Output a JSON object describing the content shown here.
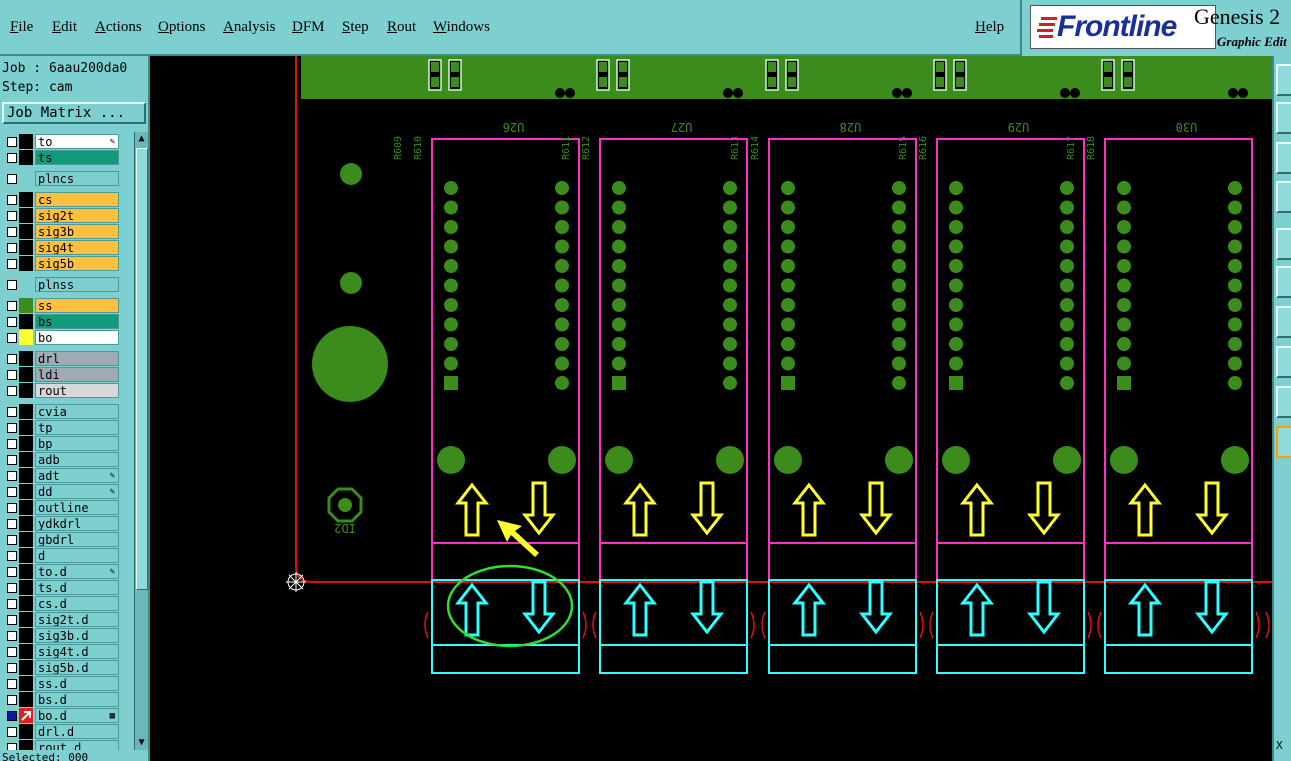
{
  "menu": [
    "File",
    "Edit",
    "Actions",
    "Options",
    "Analysis",
    "DFM",
    "Step",
    "Rout",
    "Windows"
  ],
  "help": "Help",
  "brand": {
    "logo": "Frontline",
    "title": "Genesis 2",
    "subtitle": "Graphic Edit"
  },
  "job": {
    "job_line": "Job : 6aau200da0",
    "step_line": "Step: cam",
    "matrix_button": "Job Matrix ..."
  },
  "layers": [
    {
      "name": "to",
      "bg": "#ffffff",
      "swatch": "#000000",
      "lock": true
    },
    {
      "name": "ts",
      "bg": "#129b7a",
      "swatch": "#000000"
    },
    {
      "name": "plncs",
      "bg": "#7ecfd0",
      "swatch": "#7ecfd0"
    },
    {
      "name": "cs",
      "bg": "#ffbf40",
      "swatch": "#000000"
    },
    {
      "name": "sig2t",
      "bg": "#ffbf40",
      "swatch": "#000000"
    },
    {
      "name": "sig3b",
      "bg": "#ffbf40",
      "swatch": "#000000"
    },
    {
      "name": "sig4t",
      "bg": "#ffbf40",
      "swatch": "#000000"
    },
    {
      "name": "sig5b",
      "bg": "#ffbf40",
      "swatch": "#000000"
    },
    {
      "name": "plnss",
      "bg": "#7ecfd0",
      "swatch": "#7ecfd0"
    },
    {
      "name": "ss",
      "bg": "#ffbf40",
      "swatch": "#3b8c1c"
    },
    {
      "name": "bs",
      "bg": "#129b7a",
      "swatch": "#000000"
    },
    {
      "name": "bo",
      "bg": "#ffffff",
      "swatch": "#ffff30"
    },
    {
      "name": "drl",
      "bg": "#a0aab4",
      "swatch": "#000000"
    },
    {
      "name": "ldi",
      "bg": "#a0aab4",
      "swatch": "#000000"
    },
    {
      "name": "rout",
      "bg": "#d8d8d8",
      "swatch": "#000000"
    },
    {
      "name": "cvia",
      "bg": "#7ecfd0",
      "swatch": "#000000"
    },
    {
      "name": "tp",
      "bg": "#7ecfd0",
      "swatch": "#000000"
    },
    {
      "name": "bp",
      "bg": "#7ecfd0",
      "swatch": "#000000"
    },
    {
      "name": "adb",
      "bg": "#7ecfd0",
      "swatch": "#000000"
    },
    {
      "name": "adt",
      "bg": "#7ecfd0",
      "swatch": "#000000",
      "lock": true
    },
    {
      "name": "dd",
      "bg": "#7ecfd0",
      "swatch": "#000000",
      "lock": true
    },
    {
      "name": "outline",
      "bg": "#7ecfd0",
      "swatch": "#000000"
    },
    {
      "name": "ydkdrl",
      "bg": "#7ecfd0",
      "swatch": "#000000"
    },
    {
      "name": "gbdrl",
      "bg": "#7ecfd0",
      "swatch": "#000000"
    },
    {
      "name": "d",
      "bg": "#7ecfd0",
      "swatch": "#000000"
    },
    {
      "name": "to.d",
      "bg": "#7ecfd0",
      "swatch": "#000000",
      "lock": true
    },
    {
      "name": "ts.d",
      "bg": "#7ecfd0",
      "swatch": "#000000"
    },
    {
      "name": "cs.d",
      "bg": "#7ecfd0",
      "swatch": "#000000"
    },
    {
      "name": "sig2t.d",
      "bg": "#7ecfd0",
      "swatch": "#000000"
    },
    {
      "name": "sig3b.d",
      "bg": "#7ecfd0",
      "swatch": "#000000"
    },
    {
      "name": "sig4t.d",
      "bg": "#7ecfd0",
      "swatch": "#000000"
    },
    {
      "name": "sig5b.d",
      "bg": "#7ecfd0",
      "swatch": "#000000"
    },
    {
      "name": "ss.d",
      "bg": "#7ecfd0",
      "swatch": "#000000"
    },
    {
      "name": "bs.d",
      "bg": "#7ecfd0",
      "swatch": "#000000"
    },
    {
      "name": "bo.d",
      "bg": "#7ecfd0",
      "swatch": "#e02020",
      "checked": true,
      "lock": true
    },
    {
      "name": "drl.d",
      "bg": "#7ecfd0",
      "swatch": "#000000"
    },
    {
      "name": "rout.d",
      "bg": "#7ecfd0",
      "swatch": "#000000"
    }
  ],
  "selected_text": "Selected: 000",
  "board": {
    "components": [
      "U26",
      "U27",
      "U28",
      "U29",
      "U30"
    ],
    "resistors": [
      [
        "R609",
        "R610"
      ],
      [
        "R611",
        "R612"
      ],
      [
        "R613",
        "R614"
      ],
      [
        "R615",
        "R616"
      ],
      [
        "R617",
        "R618"
      ]
    ],
    "marker": "ID2"
  },
  "colors": {
    "panel": "#7ecfd0",
    "silk": "#ff30c8",
    "copper": "#3b8c1c",
    "annot_yellow": "#ffff30",
    "annot_cyan": "#30ffff",
    "highlight": "#30e030",
    "outline": "#e01010"
  },
  "xy_label": "X"
}
